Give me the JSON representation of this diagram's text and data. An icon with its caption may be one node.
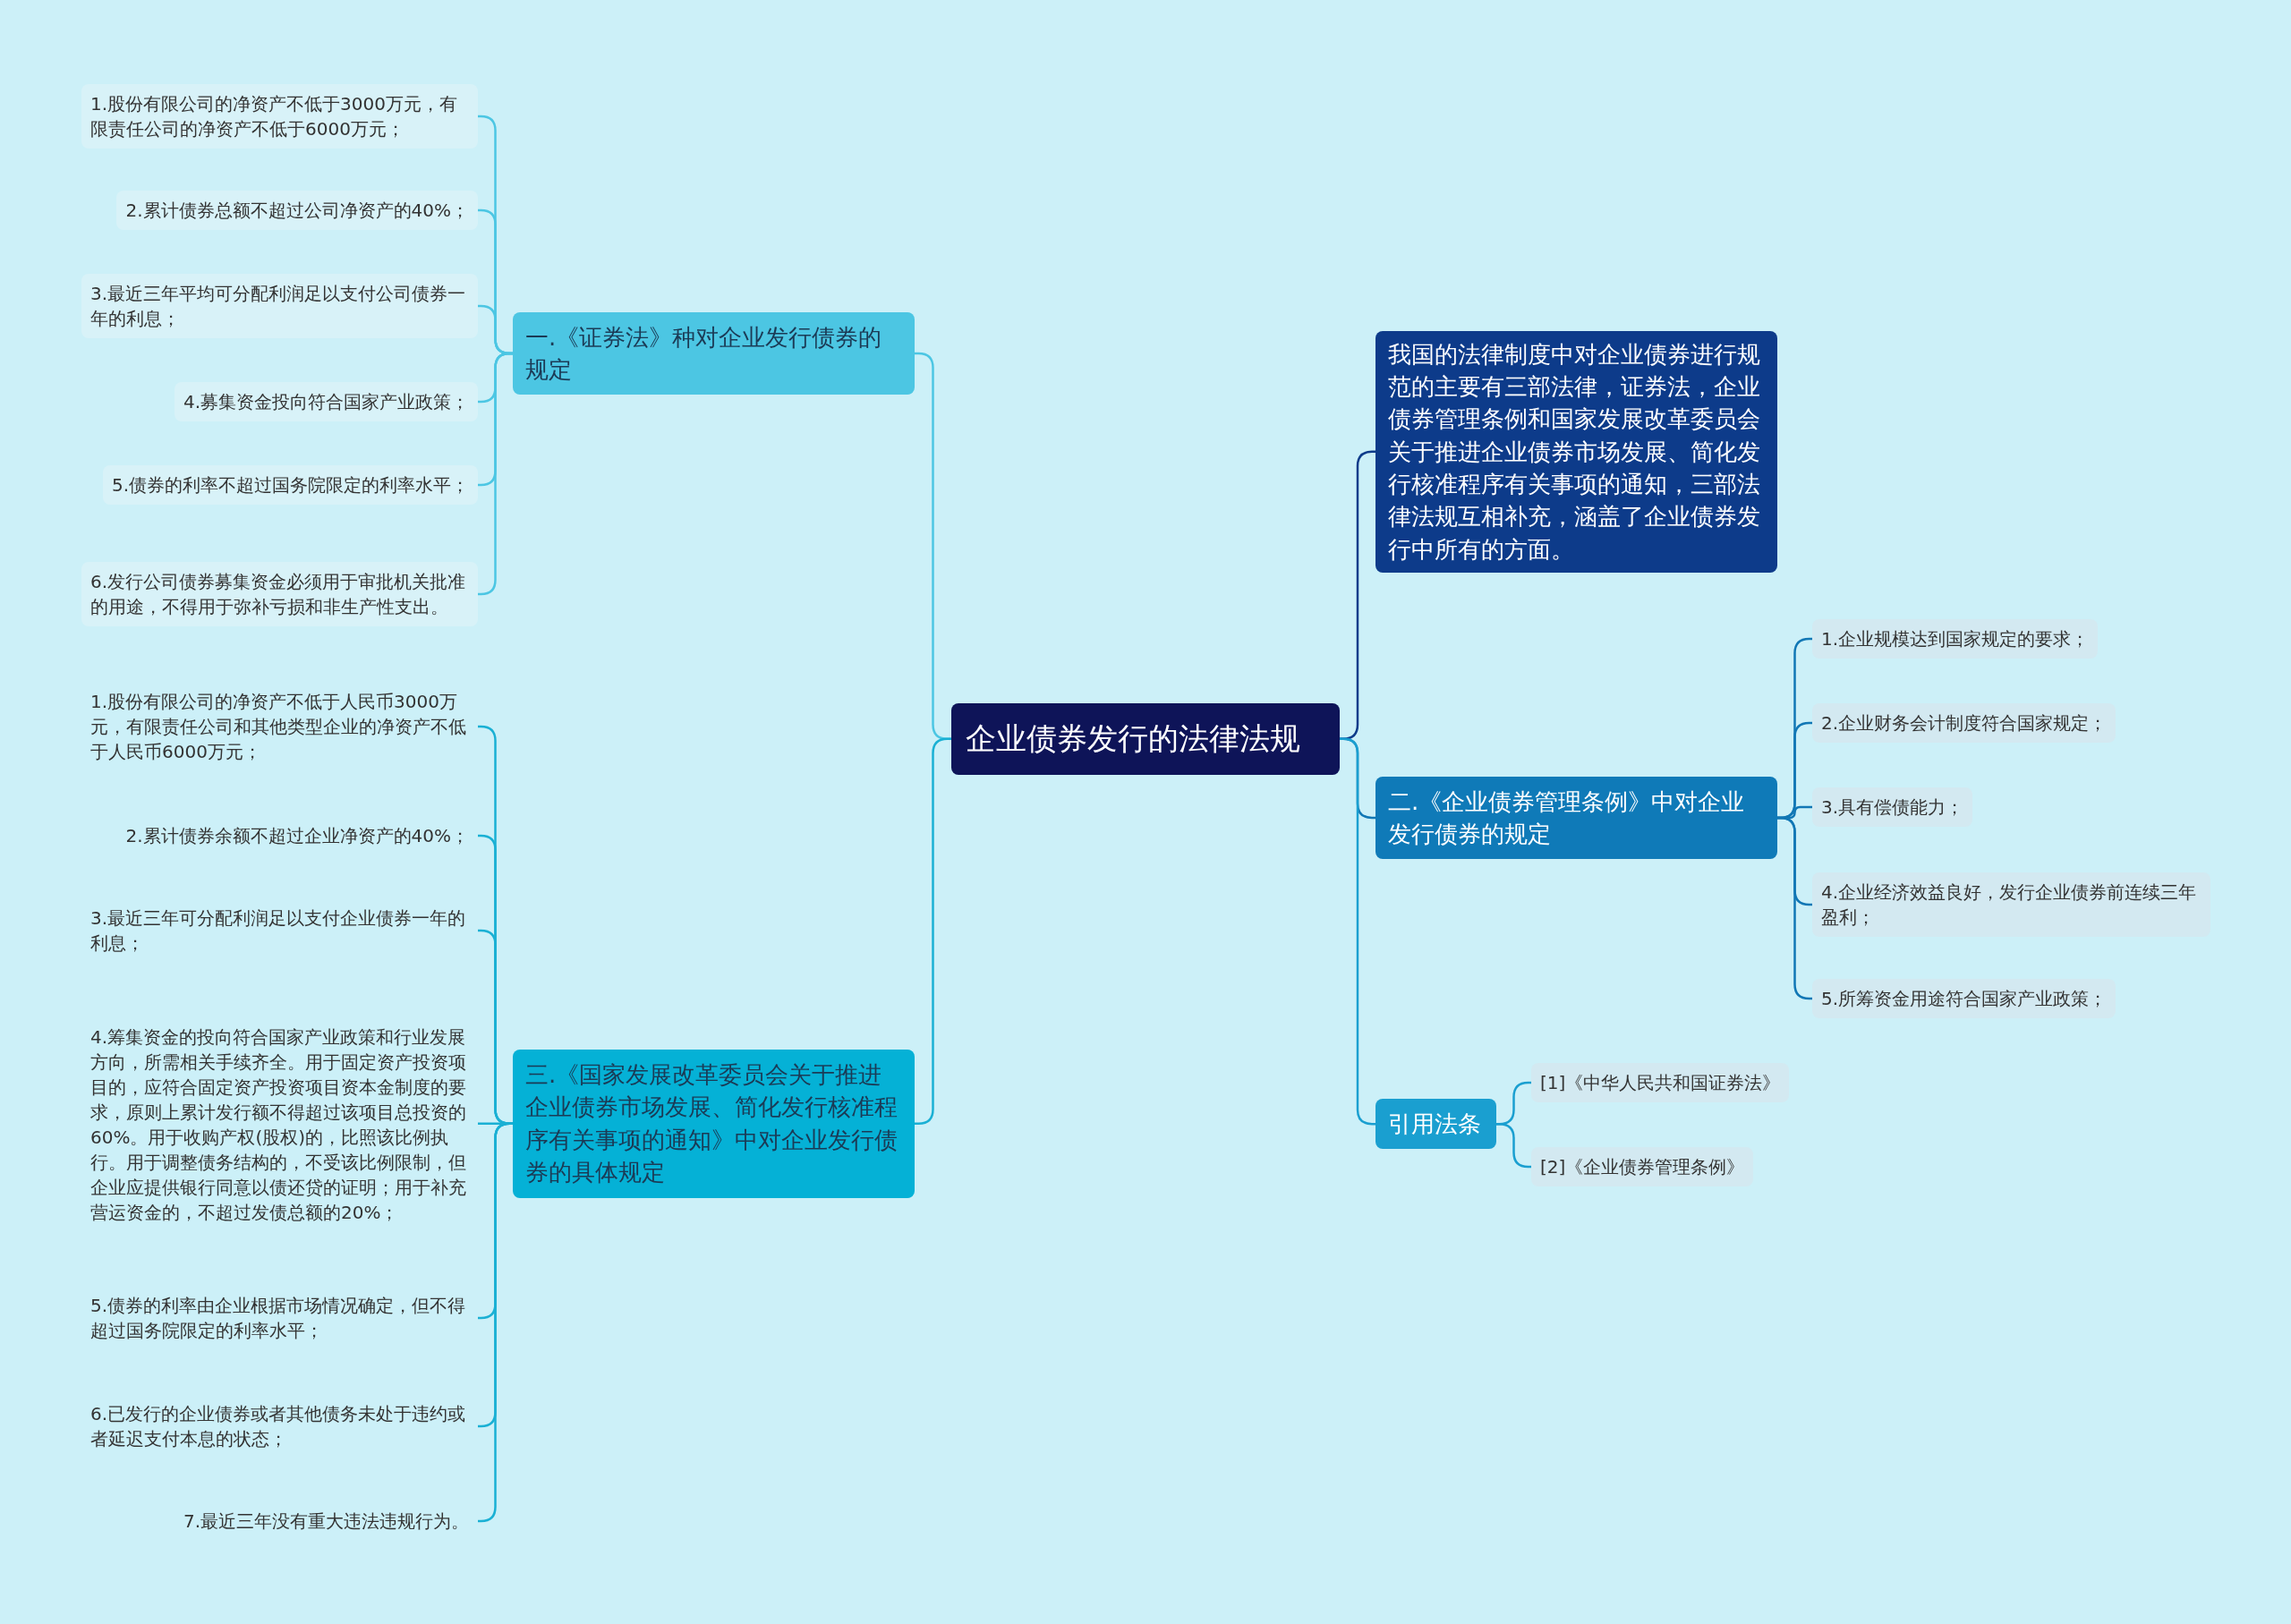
{
  "diagram": {
    "nodes": [
      {
        "text": [
          "企业债券发行的法律法规"
        ]
      },
      {
        "text": [
          "一.《证券法》种对企业发行债券的规定"
        ]
      },
      {
        "text": [
          "1.股份有限公司的净资产不低于3000万元，有限责任公司的净资产不低于6000万元；"
        ]
      },
      {
        "text": [
          "2.累计债券总额不超过公司净资产的40%；"
        ]
      },
      {
        "text": [
          "3.最近三年平均可分配利润足以支付公司债券一年的利息；"
        ]
      },
      {
        "text": [
          "4.募集资金投向符合国家产业政策；"
        ]
      },
      {
        "text": [
          "5.债券的利率不超过国务院限定的利率水平；"
        ]
      },
      {
        "text": [
          "6.发行公司债券募集资金必须用于审批机关批准的用途，不得用于弥补亏损和非生产性支出。"
        ]
      },
      {
        "text": [
          "三.《国家发展改革委员会关于推进企业债券市场发展、简化发行核准程序有关事项的通知》中对企业发行债券的具体规定"
        ]
      },
      {
        "text": [
          "1.股份有限公司的净资产不低于人民币3000万元，有限责任公司和其他类型企业的净资产不低于人民币6000万元；"
        ]
      },
      {
        "text": [
          "2.累计债券余额不超过企业净资产的40%；"
        ]
      },
      {
        "text": [
          "3.最近三年可分配利润足以支付企业债券一年的利息；"
        ]
      },
      {
        "text": [
          "4.筹集资金的投向符合国家产业政策和行业发展方向，所需相关手续齐全。用于固定资产投资项目的，应符合固定资产投资项目资本金制度的要求，原则上累计发行额不得超过该项目总投资的60%。用于收购产权(股权)的，比照该比例执行。用于调整债务结构的，不受该比例限制，但企业应提供银行同意以债还贷的证明；用于补充营运资金的，不超过发债总额的20%；"
        ]
      },
      {
        "text": [
          "5.债券的利率由企业根据市场情况确定，但不得超过国务院限定的利率水平；"
        ]
      },
      {
        "text": [
          "6.已发行的企业债券或者其他债务未处于违约或者延迟支付本息的状态；"
        ]
      },
      {
        "text": [
          "7.最近三年没有重大违法违规行为。"
        ]
      },
      {
        "text": [
          "我国的法律制度中对企业债券进行规范的主要有三部法律，证券法，企业债券管理条例和国家发展改革委员会关于推进企业债券市场发展、简化发行核准程序有关事项的通知，三部法律法规互相补充，涵盖了企业债券发行中所有的方面。"
        ]
      },
      {
        "text": [
          "二.《企业债券管理条例》中对企业发行债券的规定"
        ]
      },
      {
        "text": [
          "1.企业规模达到国家规定的要求；"
        ]
      },
      {
        "text": [
          "2.企业财务会计制度符合国家规定；"
        ]
      },
      {
        "text": [
          "3.具有偿债能力；"
        ]
      },
      {
        "text": [
          "4.企业经济效益良好，发行企业债券前连续三年盈利；"
        ]
      },
      {
        "text": [
          "5.所筹资金用途符合国家产业政策；"
        ]
      },
      {
        "text": [
          "引用法条"
        ]
      },
      {
        "text": [
          "[1]《中华人民共和国证券法》"
        ]
      },
      {
        "text": [
          "[2]《企业债券管理条例》"
        ]
      }
    ],
    "edges": [
      {
        "from": 0,
        "to": 1,
        "arrow": "none",
        "color": "#4cc6e3"
      },
      {
        "from": 0,
        "to": 8,
        "arrow": "none"
      },
      {
        "from": 0,
        "to": 16,
        "arrow": "none",
        "color": "#0d3b8a"
      },
      {
        "from": 0,
        "to": 17,
        "arrow": "none",
        "color": "#1177b5"
      },
      {
        "from": 0,
        "to": 23,
        "arrow": "none",
        "color": "#1a9fd0"
      },
      {
        "from": 1,
        "to": 2,
        "arrow": "none",
        "color": "#4cc6e3"
      },
      {
        "from": 1,
        "to": 3,
        "arrow": "none",
        "color": "#4cc6e3"
      },
      {
        "from": 1,
        "to": 4,
        "arrow": "none",
        "color": "#4cc6e3"
      },
      {
        "from": 1,
        "to": 5,
        "arrow": "none",
        "color": "#4cc6e3"
      },
      {
        "from": 1,
        "to": 6,
        "arrow": "none",
        "color": "#4cc6e3"
      },
      {
        "from": 1,
        "to": 7,
        "arrow": "none",
        "color": "#4cc6e3"
      },
      {
        "from": 8,
        "to": 9,
        "arrow": "none"
      },
      {
        "from": 8,
        "to": 10,
        "arrow": "none"
      },
      {
        "from": 8,
        "to": 11,
        "arrow": "none"
      },
      {
        "from": 8,
        "to": 12,
        "arrow": "none"
      },
      {
        "from": 8,
        "to": 13,
        "arrow": "none"
      },
      {
        "from": 8,
        "to": 14,
        "arrow": "none"
      },
      {
        "from": 8,
        "to": 15,
        "arrow": "none"
      },
      {
        "from": 17,
        "to": 18,
        "arrow": "none",
        "color": "#1177b5"
      },
      {
        "from": 17,
        "to": 19,
        "arrow": "none",
        "color": "#1177b5"
      },
      {
        "from": 17,
        "to": 20,
        "arrow": "none",
        "color": "#1177b5"
      },
      {
        "from": 17,
        "to": 21,
        "arrow": "none",
        "color": "#1177b5"
      },
      {
        "from": 17,
        "to": 22,
        "arrow": "none",
        "color": "#1177b5"
      },
      {
        "from": 23,
        "to": 24,
        "arrow": "none",
        "color": "#1a9fd0"
      },
      {
        "from": 23,
        "to": 25,
        "arrow": "none",
        "color": "#1a9fd0"
      }
    ]
  }
}
